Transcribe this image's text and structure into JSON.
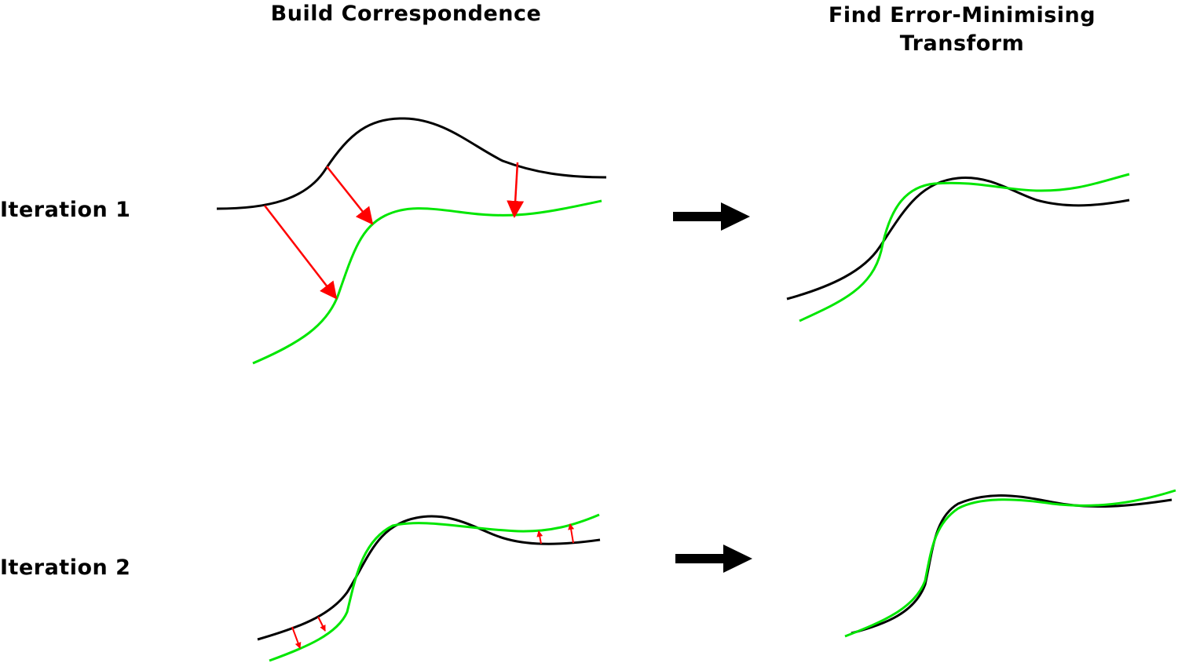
{
  "headings": {
    "left": "Build Correspondence",
    "right_line1": "Find Error-Minimising",
    "right_line2": "Transform"
  },
  "rows": [
    {
      "label": "Iteration 1"
    },
    {
      "label": "Iteration 2"
    }
  ],
  "colors": {
    "reference_curve": "#000000",
    "moving_curve": "#00e600",
    "correspondence_arrow": "#ff0000",
    "step_arrow": "#000000"
  }
}
